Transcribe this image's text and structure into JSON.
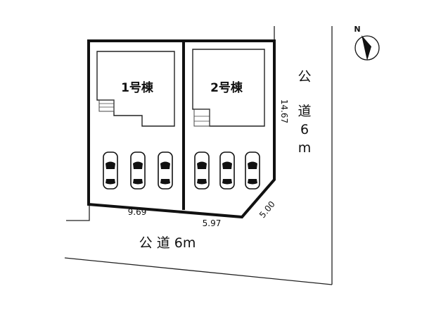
{
  "compass": {
    "north_label": "N"
  },
  "houses": [
    {
      "label": "1号棟"
    },
    {
      "label": "2号棟"
    }
  ],
  "roads": {
    "bottom": {
      "label": "公 道 6m"
    },
    "right": {
      "chars": [
        "公",
        "道",
        "6",
        "m"
      ]
    }
  },
  "dimensions": {
    "bottom_left": "9.69",
    "bottom_right": "5.97",
    "corner": "5.00",
    "right_side": "14.67"
  },
  "parking_spaces_per_lot": 3
}
